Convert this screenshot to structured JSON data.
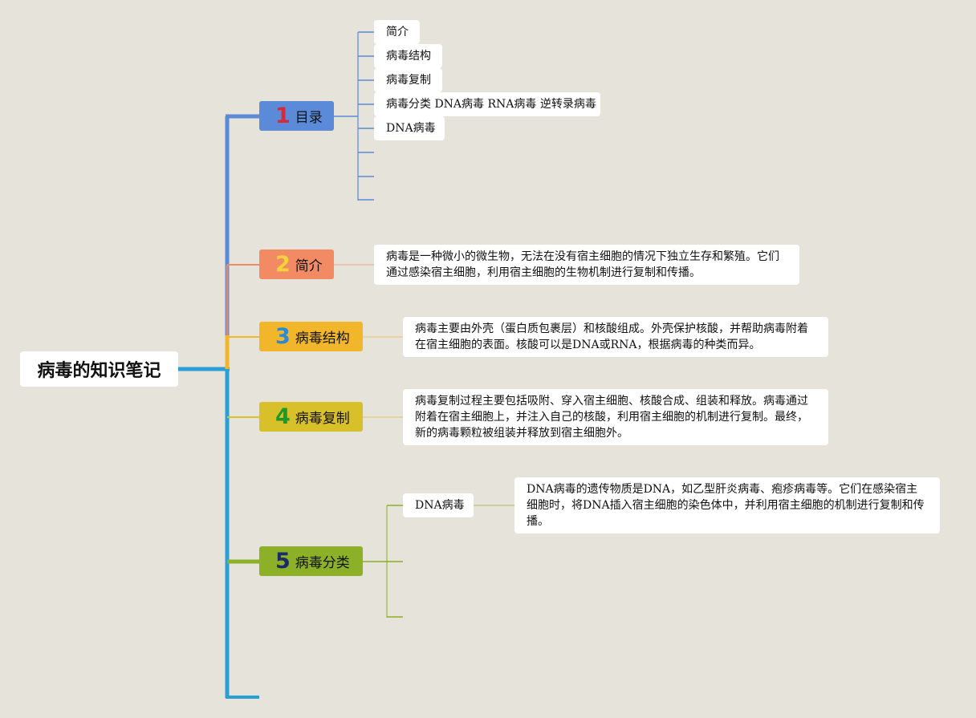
{
  "title": "病毒的知识笔记",
  "colors": {
    "background": "#e6e3da",
    "trunk": "#2a9fd6",
    "b1": "#5b8ad8",
    "b2": "#f28a64",
    "b3": "#f2b62a",
    "b4": "#d8c02a",
    "b5": "#8cb028",
    "num1": "#d42a3a",
    "num2": "#f7d23c",
    "num3": "#2a8ad6",
    "num4": "#1a9a2a",
    "num5": "#1a2a6a"
  },
  "branches": [
    {
      "num": "1",
      "label": "目录",
      "children": [
        "简介",
        "病毒结构",
        "病毒复制",
        "病毒分类 DNA病毒 RNA病毒 逆转录病毒",
        "DNA病毒"
      ]
    },
    {
      "num": "2",
      "label": "简介",
      "text": "病毒是一种微小的微生物，无法在没有宿主细胞的情况下独立生存和繁殖。它们通过感染宿主细胞，利用宿主细胞的生物机制进行复制和传播。"
    },
    {
      "num": "3",
      "label": "病毒结构",
      "text": "病毒主要由外壳（蛋白质包裹层）和核酸组成。外壳保护核酸，并帮助病毒附着在宿主细胞的表面。核酸可以是DNA或RNA，根据病毒的种类而异。"
    },
    {
      "num": "4",
      "label": "病毒复制",
      "text": "病毒复制过程主要包括吸附、穿入宿主细胞、核酸合成、组装和释放。病毒通过附着在宿主细胞上，并注入自己的核酸，利用宿主细胞的机制进行复制。最终，新的病毒颗粒被组装并释放到宿主细胞外。"
    },
    {
      "num": "5",
      "label": "病毒分类",
      "sub": {
        "label": "DNA病毒",
        "text": "DNA病毒的遗传物质是DNA，如乙型肝炎病毒、疱疹病毒等。它们在感染宿主细胞时，将DNA插入宿主细胞的染色体中，并利用宿主细胞的机制进行复制和传播。"
      }
    }
  ]
}
